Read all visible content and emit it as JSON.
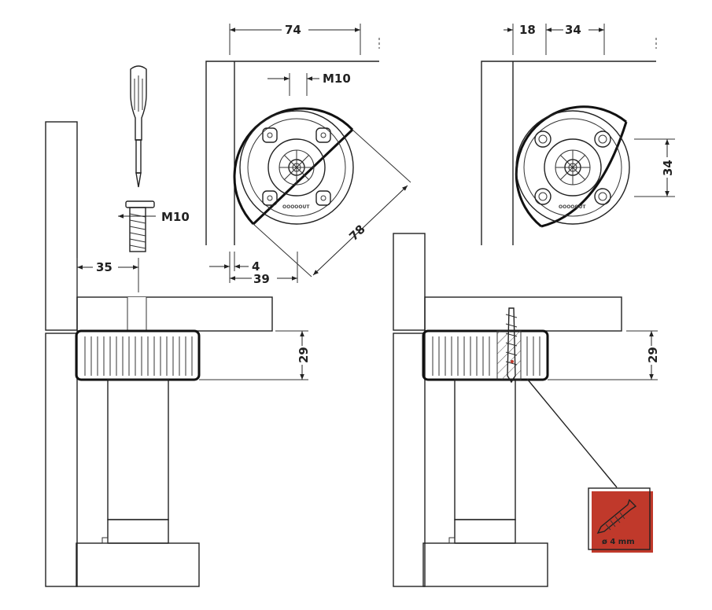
{
  "dimensions": {
    "width_74": "74",
    "thread_top": "M10",
    "diag_78": "78",
    "offset_4": "4",
    "dist_39": "39",
    "width_18": "18",
    "width_34_top": "34",
    "height_34_right": "34",
    "thread_screw": "M10",
    "dist_35": "35",
    "height_29_left": "29",
    "height_29_right": "29"
  },
  "screw_callout": {
    "label": "ø 4 mm",
    "accent_color": "#c0392b"
  },
  "brand_mark": "OOOOOUT",
  "colors": {
    "line": "#222222",
    "background": "#ffffff"
  }
}
